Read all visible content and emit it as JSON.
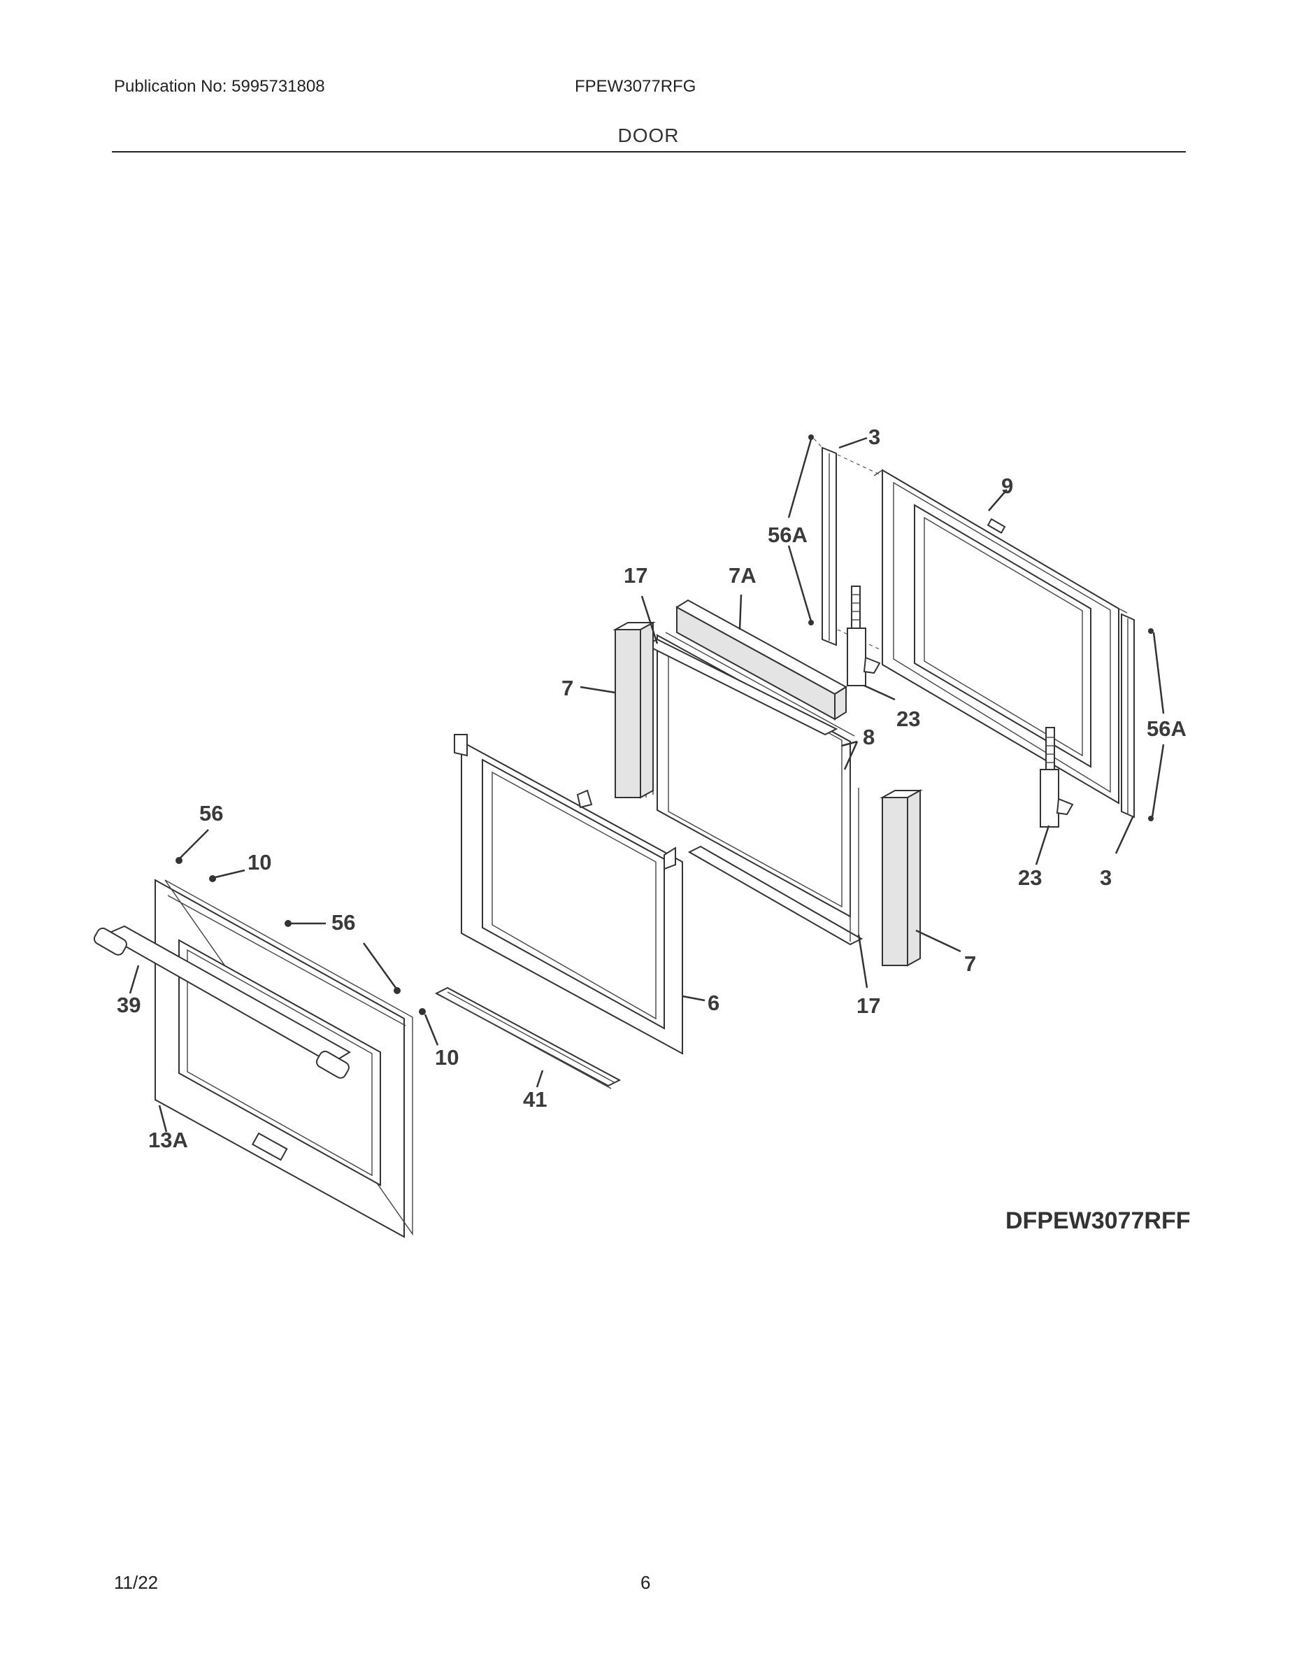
{
  "header": {
    "publication": "Publication No: 5995731808",
    "model": "FPEW3077RFG",
    "section": "DOOR"
  },
  "diagram": {
    "drawing_code": "DFPEW3077RFF",
    "callouts": {
      "c3_top": "3",
      "c9": "9",
      "c56a_top": "56A",
      "c17_top": "17",
      "c7a": "7A",
      "c7_left": "7",
      "c23_top": "23",
      "c8": "8",
      "c56a_right": "56A",
      "c56_top": "56",
      "c10_top": "10",
      "c56_mid": "56",
      "c23_bottom": "23",
      "c3_bottom": "3",
      "c39": "39",
      "c6": "6",
      "c7_right": "7",
      "c17_bottom": "17",
      "c10_bottom": "10",
      "c41": "41",
      "c13a": "13A"
    }
  },
  "footer": {
    "date": "11/22",
    "page": "6"
  }
}
